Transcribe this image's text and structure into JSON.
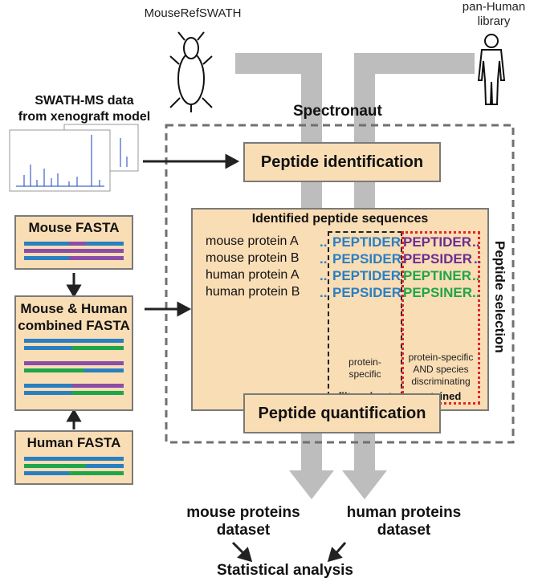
{
  "libraries": {
    "mouse": "MouseRefSWATH",
    "human_line1": "pan-Human",
    "human_line2": "library"
  },
  "software": "Spectronaut",
  "swath": {
    "line1": "SWATH-MS data",
    "line2": "from xenograft model"
  },
  "steps": {
    "identification": "Peptide identification",
    "quantification": "Peptide quantification",
    "selection": "Peptide selection"
  },
  "identified": {
    "title": "Identified peptide sequences",
    "rows": [
      {
        "protein": "mouse protein A",
        "dots": "..",
        "shared": "PEPTIDER",
        "specific": "PEPTIDER",
        "tail": ".."
      },
      {
        "protein": "mouse protein B",
        "dots": "..",
        "shared": "PEPSIDER",
        "specific": "PEPSIDER",
        "tail": ".."
      },
      {
        "protein": "human protein A",
        "dots": "..",
        "shared": "PEPTIDER",
        "specific": "PEPTINER",
        "tail": ".."
      },
      {
        "protein": "human protein B",
        "dots": "..",
        "shared": "PEPSIDER",
        "specific": "PEPSINER",
        "tail": ".."
      }
    ],
    "filtered_desc_1": "protein-",
    "filtered_desc_2": "specific",
    "filtered_label": "filtered out",
    "retained_desc_1": "protein-specific",
    "retained_desc_2": "AND species",
    "retained_desc_3": "discriminating",
    "retained_label": "retained"
  },
  "fasta": {
    "mouse": "Mouse FASTA",
    "combined_line1": "Mouse & Human",
    "combined_line2": "combined FASTA",
    "human": "Human FASTA"
  },
  "outputs": {
    "mouse_line1": "mouse proteins",
    "mouse_line2": "dataset",
    "human_line1": "human proteins",
    "human_line2": "dataset",
    "final": "Statistical analysis"
  },
  "colors": {
    "box_fill": "#f9ddb5",
    "mouse_seq": "#2a7fc1",
    "human_seq": "#1fa64a",
    "mouse_specific": "#6a2d91",
    "filter_border": "#222222",
    "retain_border": "#e0252b",
    "flow_arrow": "#bdbdbd"
  }
}
